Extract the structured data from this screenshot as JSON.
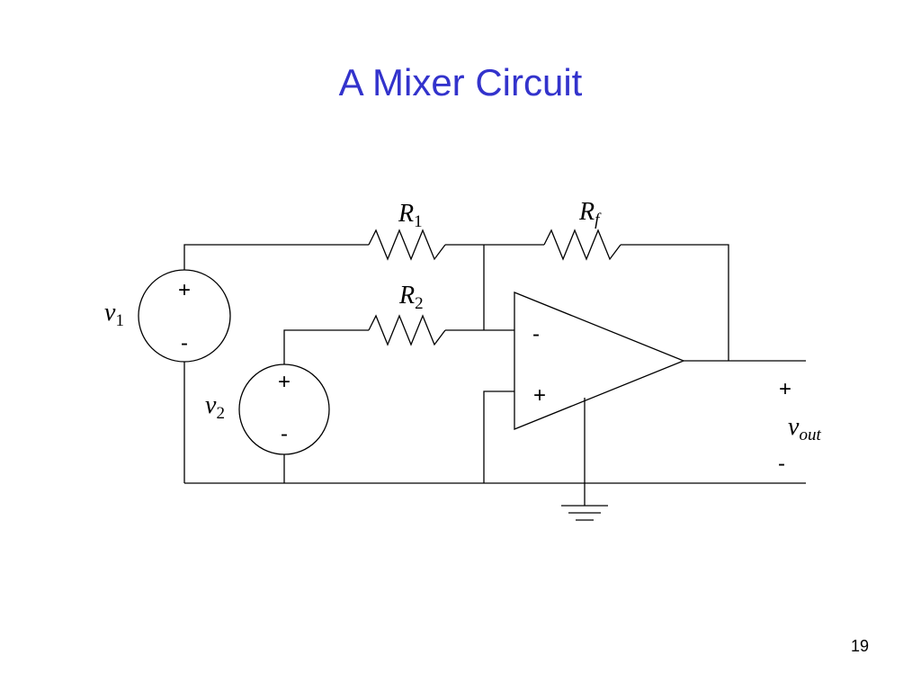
{
  "slide": {
    "title": "A Mixer Circuit",
    "title_color": "#3333CC",
    "page_number": "19"
  },
  "circuit": {
    "resistors": {
      "r1": {
        "symbol": "R",
        "subscript": "1"
      },
      "r2": {
        "symbol": "R",
        "subscript": "2"
      },
      "rf": {
        "symbol": "R",
        "subscript": "f"
      }
    },
    "sources": {
      "v1": {
        "symbol": "v",
        "subscript": "1",
        "plus": "+",
        "minus": "-"
      },
      "v2": {
        "symbol": "v",
        "subscript": "2",
        "plus": "+",
        "minus": "-"
      }
    },
    "opamp": {
      "inverting": "-",
      "non_inverting": "+"
    },
    "output": {
      "symbol": "v",
      "subscript": "out",
      "plus": "+",
      "minus": "-"
    }
  }
}
